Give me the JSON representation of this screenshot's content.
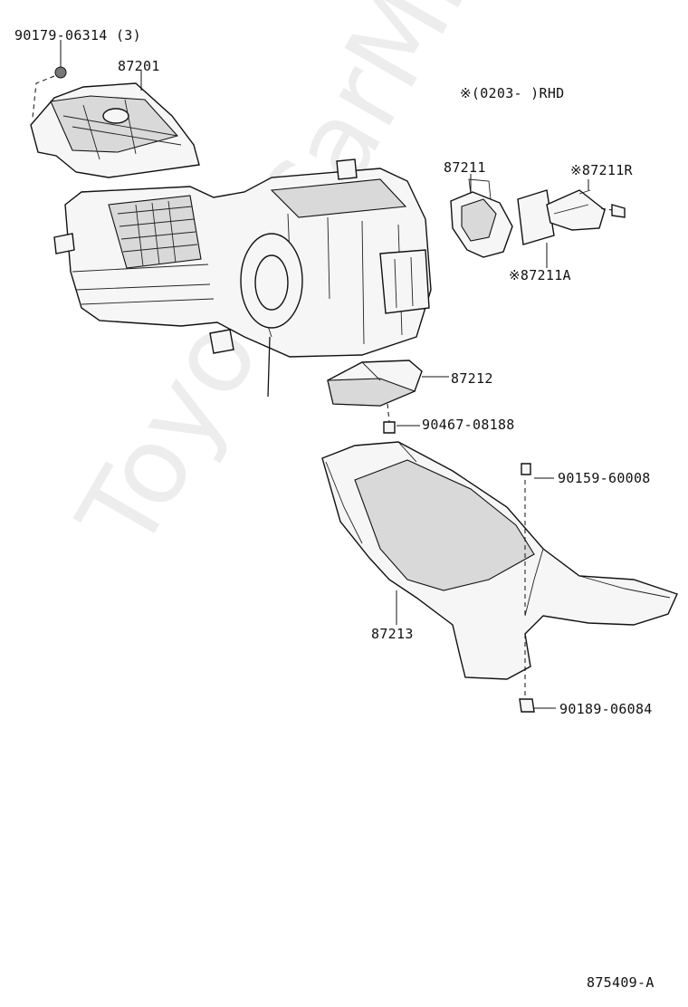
{
  "diagram": {
    "labels": {
      "bolt_cover": "90179-06314 (3)",
      "cover": "87201",
      "note": "※(0203-     )RHD",
      "duct_a": "87211",
      "duct_r": "※87211R",
      "duct_ra": "※87211A",
      "duct_b": "87212",
      "screw_b": "90467-08188",
      "screw_c": "90159-60008",
      "duct_main": "87213",
      "nut_d": "90189-06084",
      "figure_code": "875409-A"
    },
    "watermark": "ToyotaCarMine.ru"
  }
}
